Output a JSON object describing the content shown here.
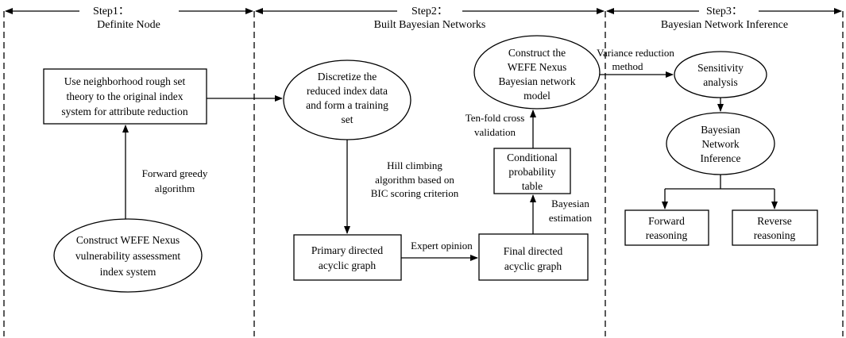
{
  "steps": {
    "step1": {
      "title": "Step1：",
      "subtitle": "Definite Node"
    },
    "step2": {
      "title": "Step2：",
      "subtitle": "Built Bayesian Networks"
    },
    "step3": {
      "title": "Step3：",
      "subtitle": "Bayesian Network Inference"
    }
  },
  "nodes": {
    "rough_set": [
      "Use neighborhood rough set",
      "theory to the original index",
      "system for attribute reduction"
    ],
    "construct_index": [
      "Construct WEFE Nexus",
      "vulnerability assessment",
      "index system"
    ],
    "discretize": [
      "Discretize the",
      "reduced index data",
      "and form a training",
      "set"
    ],
    "primary_dag": [
      "Primary directed",
      "acyclic graph"
    ],
    "final_dag": [
      "Final  directed",
      "acyclic graph"
    ],
    "cpt": [
      "Conditional",
      "probability",
      "table"
    ],
    "construct_bn": [
      "Construct the",
      "WEFE Nexus",
      "Bayesian network",
      "model"
    ],
    "sensitivity": [
      "Sensitivity",
      "analysis"
    ],
    "bn_inference": [
      "Bayesian",
      "Network",
      "Inference"
    ],
    "forward_reasoning": [
      "Forward",
      "reasoning"
    ],
    "reverse_reasoning": [
      "Reverse",
      "reasoning"
    ]
  },
  "edge_labels": {
    "forward_greedy": [
      "Forward greedy",
      "algorithm"
    ],
    "hill_climbing": [
      "Hill climbing",
      "algorithm based on",
      "BIC scoring criterion"
    ],
    "expert_opinion": [
      "Expert opinion"
    ],
    "bayesian_estimation": [
      "Bayesian",
      "estimation"
    ],
    "ten_fold": [
      "Ten-fold cross",
      "validation"
    ],
    "variance_reduction": [
      "Variance reduction",
      "method"
    ]
  }
}
